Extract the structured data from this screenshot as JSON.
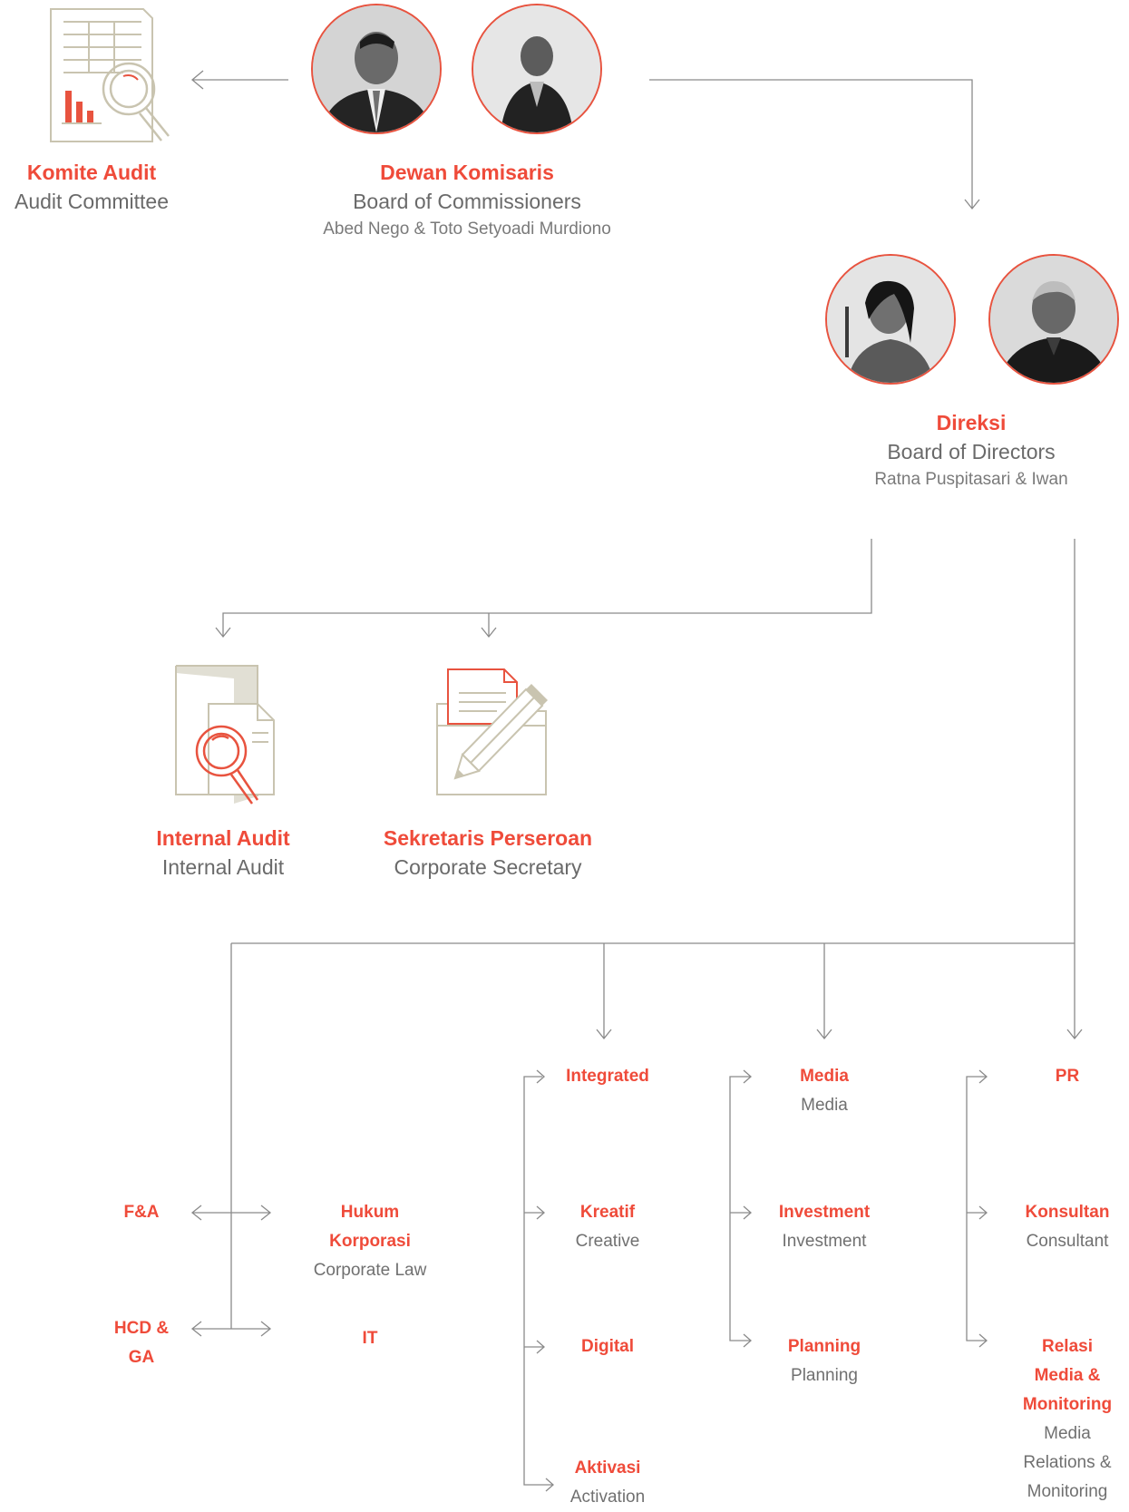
{
  "colors": {
    "accent": "#ef4b3a",
    "line": "#8a8a8a",
    "icon": "#c9c4b0",
    "text_gray": "#6a6a6a"
  },
  "top": {
    "audit_committee": {
      "icon": "spreadsheet-magnifier-icon",
      "title_id": "Komite Audit",
      "title_en": "Audit Committee"
    },
    "commissioners": {
      "title_id": "Dewan Komisaris",
      "title_en": "Board of Commissioners",
      "names": "Abed Nego & Toto Setyoadi Murdiono"
    },
    "directors": {
      "title_id": "Direksi",
      "title_en": "Board of Directors",
      "names": "Ratna Puspitasari & Iwan"
    }
  },
  "staff": {
    "internal_audit": {
      "icon": "document-magnifier-icon",
      "title_id": "Internal Audit",
      "title_en": "Internal Audit"
    },
    "corporate_secretary": {
      "icon": "folder-pencil-icon",
      "title_id": "Sekretaris Perseroan",
      "title_en": "Corporate Secretary"
    }
  },
  "units": {
    "fa": {
      "id": "F&A"
    },
    "hcd_line1": "HCD &",
    "hcd_line2": "GA",
    "hukum_line1": "Hukum",
    "hukum_line2": "Korporasi",
    "hukum_en": "Corporate Law",
    "it": "IT",
    "integrated": {
      "id": "Integrated"
    },
    "kreatif": {
      "id": "Kreatif",
      "en": "Creative"
    },
    "digital": {
      "id": "Digital"
    },
    "aktivasi": {
      "id": "Aktivasi",
      "en": "Activation"
    },
    "media": {
      "id": "Media",
      "en": "Media"
    },
    "investment": {
      "id": "Investment",
      "en": "Investment"
    },
    "planning": {
      "id": "Planning",
      "en": "Planning"
    },
    "pr": {
      "id": "PR"
    },
    "konsultan": {
      "id": "Konsultan",
      "en": "Consultant"
    },
    "relasi_line1": "Relasi",
    "relasi_line2": "Media &",
    "relasi_line3": "Monitoring",
    "relasi_en1": "Media",
    "relasi_en2": "Relations &",
    "relasi_en3": "Monitoring"
  }
}
